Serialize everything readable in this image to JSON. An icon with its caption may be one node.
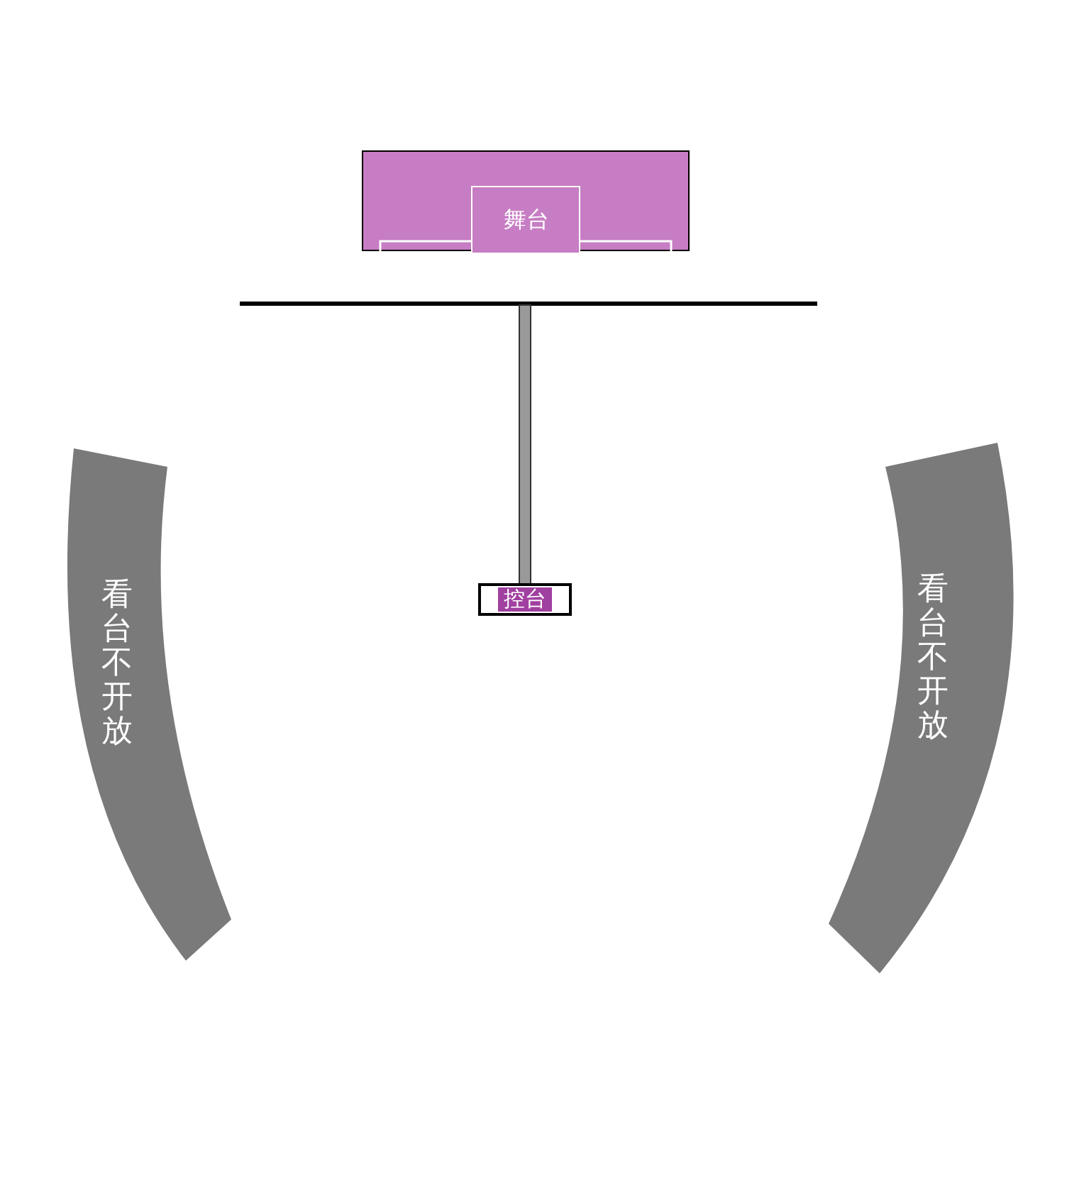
{
  "diagram": {
    "nodes": [
      {
        "text": [],
        "shape": "box"
      },
      {
        "text": [
          "舞台"
        ],
        "in": 0
      },
      {
        "text": [
          "控台"
        ]
      },
      {
        "text": [
          "看台不开放"
        ]
      },
      {
        "text": [
          "看台不开放"
        ]
      }
    ],
    "edges": []
  }
}
